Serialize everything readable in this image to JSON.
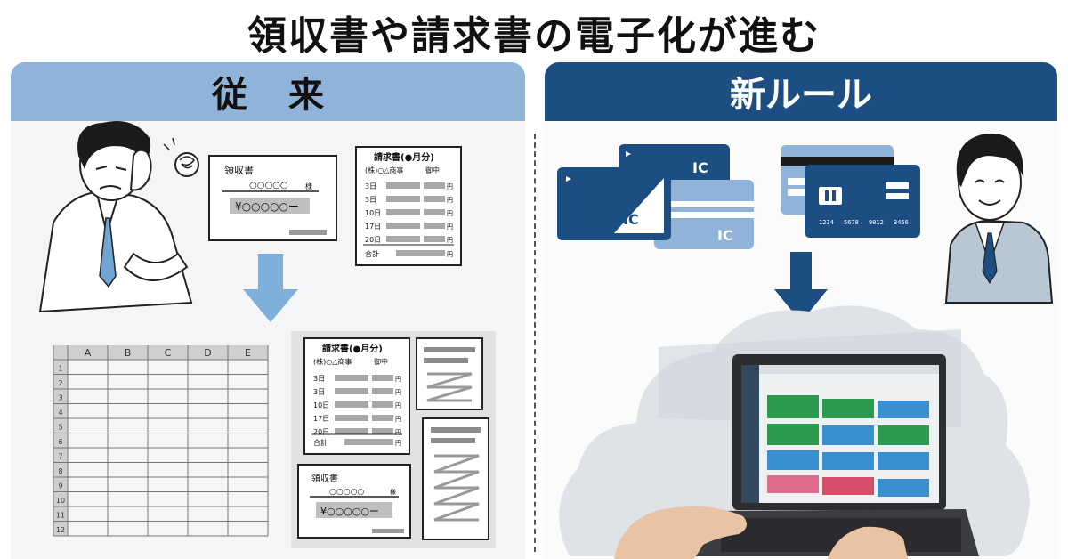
{
  "title": "領収書や請求書の電子化が進む",
  "sections": {
    "left_label": "従来",
    "right_label": "新ルール"
  },
  "receipt": {
    "title": "領収書",
    "addressee": "○○○○○",
    "suffix": "様",
    "amount": "¥○○○○○ー"
  },
  "invoice": {
    "title": "請求書(●月分)",
    "company": "(株)○△商事",
    "honorific": "御中",
    "rows": [
      "3日",
      "3日",
      "10日",
      "17日",
      "20日"
    ],
    "unit": "円",
    "total_label": "合計"
  },
  "spreadsheet": {
    "columns": [
      "A",
      "B",
      "C",
      "D",
      "E"
    ],
    "rows": [
      "1",
      "2",
      "3",
      "4",
      "5",
      "6",
      "7",
      "8",
      "9",
      "10",
      "11",
      "12"
    ]
  },
  "cards": {
    "ic_label": "IC",
    "card_numbers": [
      "1234",
      "5678",
      "9012",
      "3456"
    ]
  },
  "colors": {
    "light_blue": "#8fb3d9",
    "dark_blue": "#1d4e82",
    "arrow_light": "#7fb0dc",
    "arrow_dark": "#1d4e82"
  }
}
